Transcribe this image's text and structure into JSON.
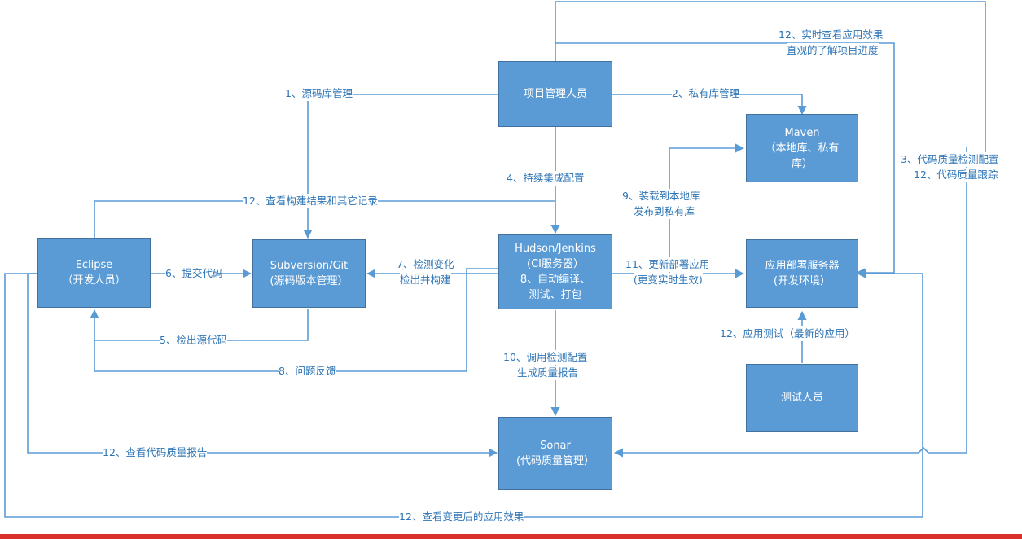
{
  "nodes": {
    "pm": {
      "line1": "项目管理人员"
    },
    "maven": {
      "line1": "Maven",
      "line2": "（本地库、私有",
      "line3": "库）"
    },
    "eclipse": {
      "line1": "Eclipse",
      "line2": "（开发人员）"
    },
    "svn": {
      "line1": "Subversion/Git",
      "line2": "(源码版本管理）"
    },
    "jenkins": {
      "line1": "Hudson/Jenkins",
      "line2": "(CI服务器）",
      "line3": "8、自动编译、",
      "line4": "测试、打包"
    },
    "server": {
      "line1": "应用部署服务器",
      "line2": "(开发环境）"
    },
    "tester": {
      "line1": "测试人员"
    },
    "sonar": {
      "line1": "Sonar",
      "line2": "(代码质量管理）"
    }
  },
  "labels": {
    "l1": "1、源码库管理",
    "l2": "2、私有库管理",
    "l3a": "3、代码质量检测配置",
    "l3b": "12、代码质量跟踪",
    "l4": "4、持续集成配置",
    "l5": "5、检出源代码",
    "l6": "6、提交代码",
    "l7a": "7、检测变化",
    "l7b": "检出并构建",
    "l8": "8、问题反馈",
    "l9a": "9、装载到本地库",
    "l9b": "发布到私有库",
    "l10a": "10、调用检测配置",
    "l10b": "生成质量报告",
    "l11a": "11、更新部署应用",
    "l11b": "(更变实时生效)",
    "l12top_a": "12、实时查看应用效果",
    "l12top_b": "直观的了解项目进度",
    "l12build": "12、查看构建结果和其它记录",
    "l12test": "12、应用测试（最新的应用）",
    "l12quality": "12、查看代码质量报告",
    "l12bottom": "12、查看变更后的应用效果"
  },
  "colors": {
    "box": "#5b9bd5",
    "line": "#5b9bd5",
    "text": "#2e75b6",
    "bar": "#d9302c"
  }
}
